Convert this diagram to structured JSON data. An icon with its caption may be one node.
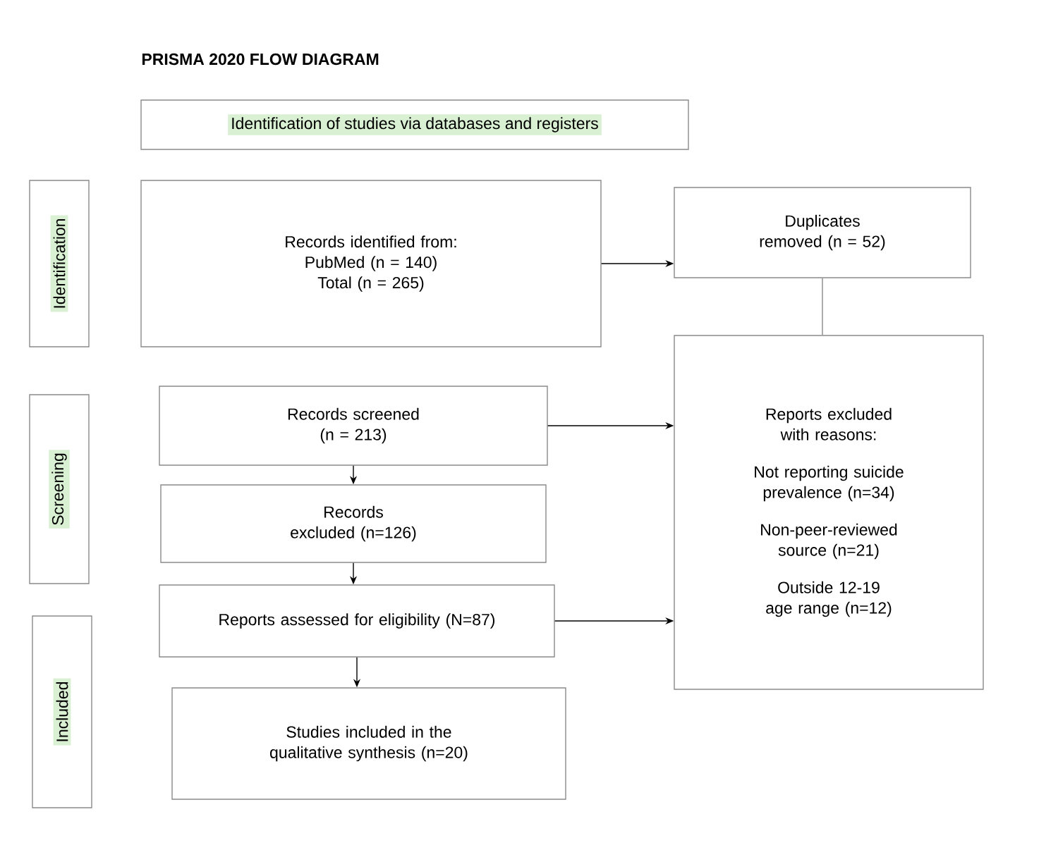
{
  "diagram": {
    "title": "PRISMA 2020 FLOW DIAGRAM",
    "nodes": [
      {
        "text": [
          "Identification of studies via databases and registers"
        ]
      },
      {
        "text": [
          "Identification"
        ]
      },
      {
        "text": [
          "Screening"
        ]
      },
      {
        "text": [
          "Included"
        ]
      },
      {
        "text": [
          "Records identified from:",
          "PubMed (n = 140)",
          "Total (n = 265)"
        ]
      },
      {
        "text": [
          "Duplicates removed (n = 52)"
        ]
      },
      {
        "text": [
          "Reports excluded with reasons:",
          "Not reporting suicide prevalence (n=34)",
          "Non-peer-reviewed source (n=21)",
          "Outside 12-19 age range (n=12)"
        ]
      },
      {
        "text": [
          "Records screened (n = 213)"
        ]
      },
      {
        "text": [
          "Records excluded (n=126)"
        ]
      },
      {
        "text": [
          "Reports assessed for eligibility (N=87)"
        ]
      },
      {
        "text": [
          "Studies included in the qualitative synthesis (n=20)"
        ]
      }
    ],
    "edges": [
      {
        "from": 4,
        "to": 5,
        "arrow": "to"
      },
      {
        "from": 5,
        "to": 6,
        "arrow": "none",
        "color": "#8a8a8a"
      },
      {
        "from": 7,
        "to": 6,
        "arrow": "to"
      },
      {
        "from": 9,
        "to": 6,
        "arrow": "to"
      },
      {
        "from": 7,
        "to": 8,
        "arrow": "to"
      },
      {
        "from": 8,
        "to": 9,
        "arrow": "to"
      },
      {
        "from": 9,
        "to": 10,
        "arrow": "to"
      }
    ]
  }
}
